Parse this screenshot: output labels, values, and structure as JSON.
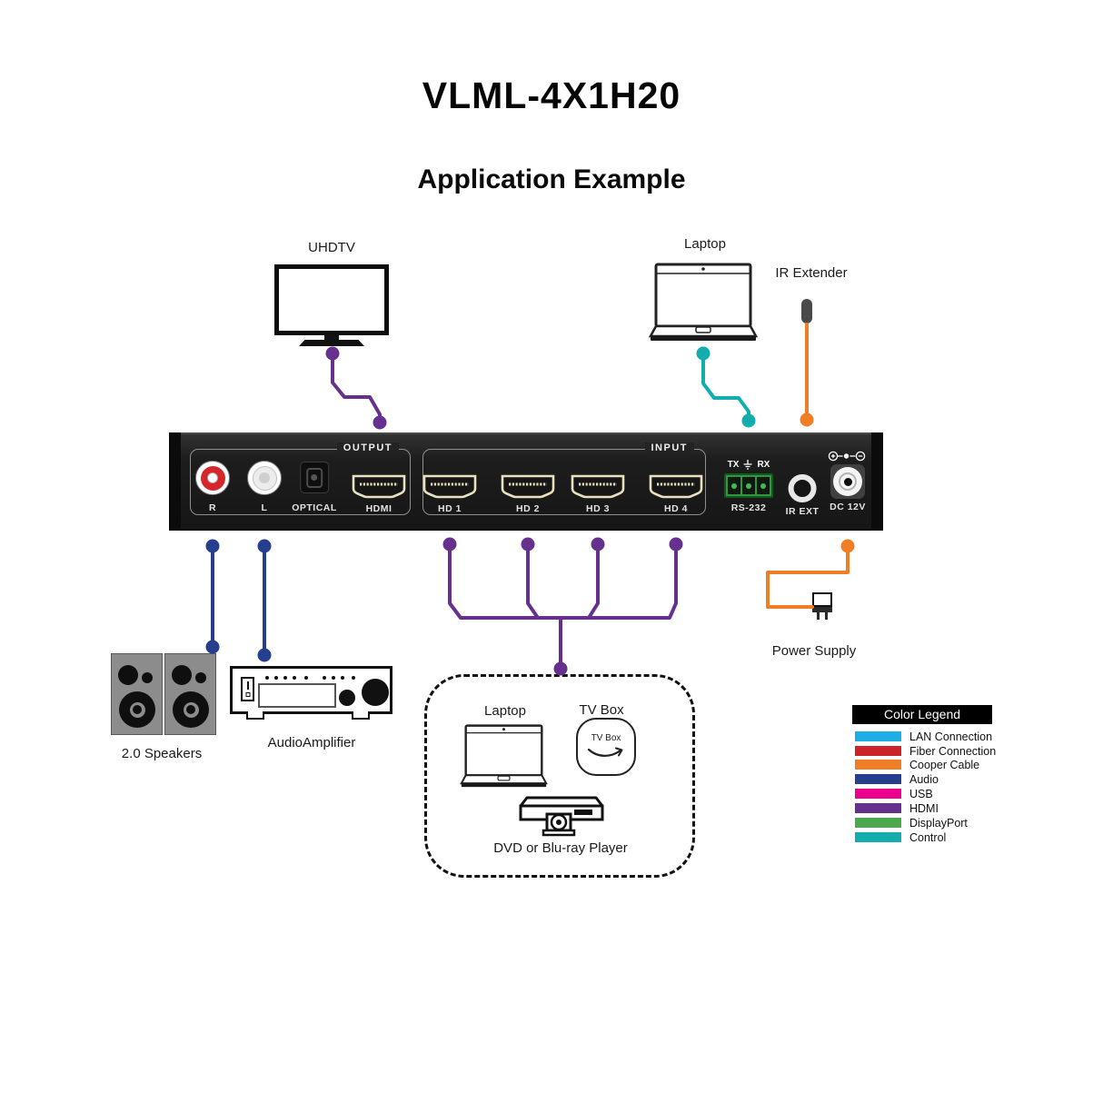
{
  "title": "VLML-4X1H20",
  "subtitle": "Application Example",
  "labels": {
    "uhdtv": "UHDTV",
    "laptop_top": "Laptop",
    "ir_extender": "IR Extender",
    "speakers": "2.0 Speakers",
    "amplifier": "AudioAmplifier",
    "laptop_src": "Laptop",
    "tv_box": "TV Box",
    "tv_box_inner": "TV Box",
    "dvd": "DVD or Blu-ray Player",
    "power_supply": "Power Supply"
  },
  "panel": {
    "output_group": "OUTPUT",
    "input_group": "INPUT",
    "ports": {
      "r": "R",
      "l": "L",
      "optical": "OPTICAL",
      "hdmi": "HDMI",
      "hd1": "HD 1",
      "hd2": "HD 2",
      "hd3": "HD 3",
      "hd4": "HD 4",
      "rs232_tx": "TX",
      "rs232_rx": "RX",
      "rs232": "RS-232",
      "ir_ext": "IR EXT",
      "dc": "DC 12V"
    }
  },
  "legend": {
    "title": "Color Legend",
    "items": [
      {
        "label": "LAN Connection",
        "color": "#1CAEE4"
      },
      {
        "label": "Fiber Connection",
        "color": "#CC2329"
      },
      {
        "label": "Cooper Cable",
        "color": "#F07E26"
      },
      {
        "label": "Audio",
        "color": "#253E8E"
      },
      {
        "label": "USB",
        "color": "#EB008B"
      },
      {
        "label": "HDMI",
        "color": "#66308F"
      },
      {
        "label": "DisplayPort",
        "color": "#4BA84F"
      },
      {
        "label": "Control",
        "color": "#13ADAD"
      }
    ]
  },
  "wire_colors": {
    "hdmi": "#66308F",
    "audio": "#253E8E",
    "control": "#13ADAD",
    "copper": "#F07E26"
  }
}
